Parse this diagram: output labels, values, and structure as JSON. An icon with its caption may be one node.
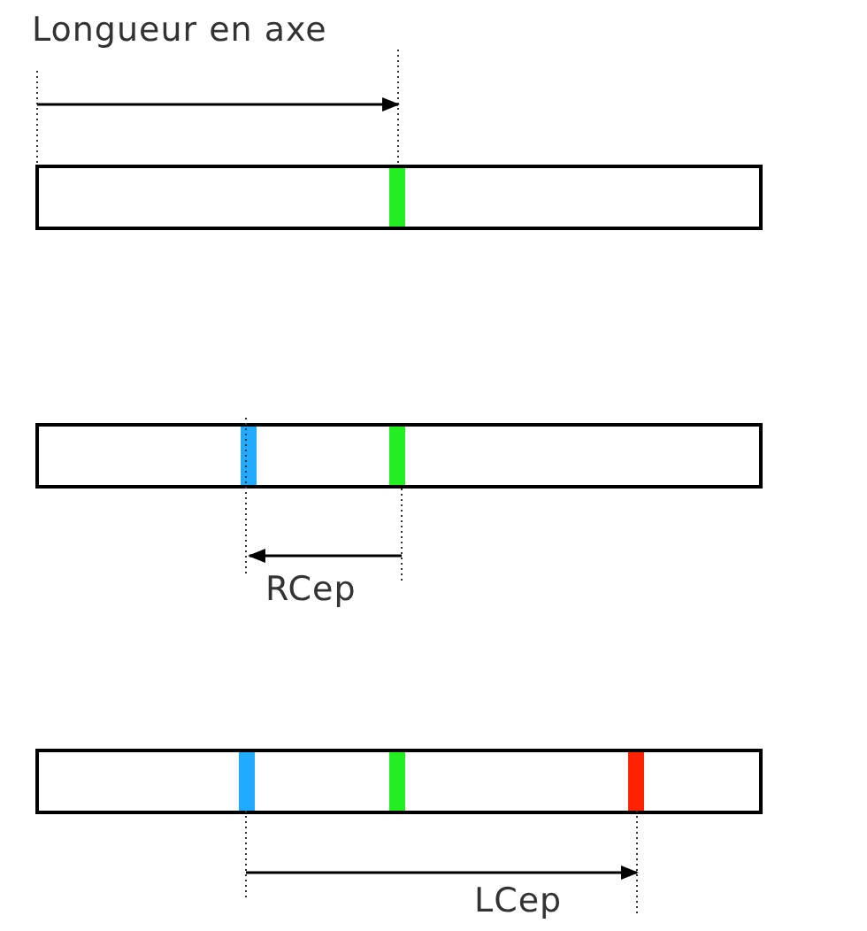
{
  "diagram": {
    "labels": [
      "Longueur en axe",
      "RCep",
      "LCep"
    ]
  }
}
